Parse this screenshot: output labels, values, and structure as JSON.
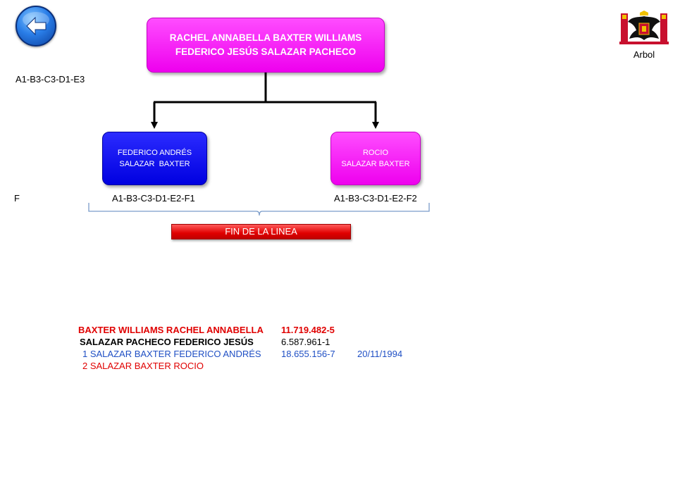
{
  "nav": {
    "back_icon": "back-arrow-icon"
  },
  "crest": {
    "label": "Arbol",
    "icon": "coat-of-arms-icon"
  },
  "generation_codes": {
    "current": "A1-B3-C3-D1-E3",
    "next": "F"
  },
  "parents": {
    "line1": "RACHEL ANNABELLA BAXTER WILLIAMS",
    "line2": "FEDERICO JESÚS SALAZAR PACHECO",
    "color": "#ee00ee"
  },
  "children": [
    {
      "line1": "FEDERICO ANDRÉS",
      "line2": "SALAZAR  BAXTER",
      "code": "A1-B3-C3-D1-E2-F1",
      "color": "#0000e0"
    },
    {
      "line1": "ROCIO",
      "line2": "SALAZAR BAXTER",
      "code": "A1-B3-C3-D1-E2-F2",
      "color": "#ee00ee"
    }
  ],
  "end_of_line": {
    "label": "FIN DE LA LINEA",
    "color": "#e00000"
  },
  "details": {
    "mother": {
      "name": "BAXTER WILLIAMS RACHEL ANNABELLA",
      "id": "11.719.482-5"
    },
    "father": {
      "name": "SALAZAR PACHECO FEDERICO JESÚS",
      "id": "6.587.961-1"
    },
    "children": [
      {
        "name": "1 SALAZAR BAXTER FEDERICO ANDRÉS",
        "id": "18.655.156-7",
        "date": "20/11/1994"
      },
      {
        "name": "2 SALAZAR BAXTER ROCIO"
      }
    ]
  }
}
